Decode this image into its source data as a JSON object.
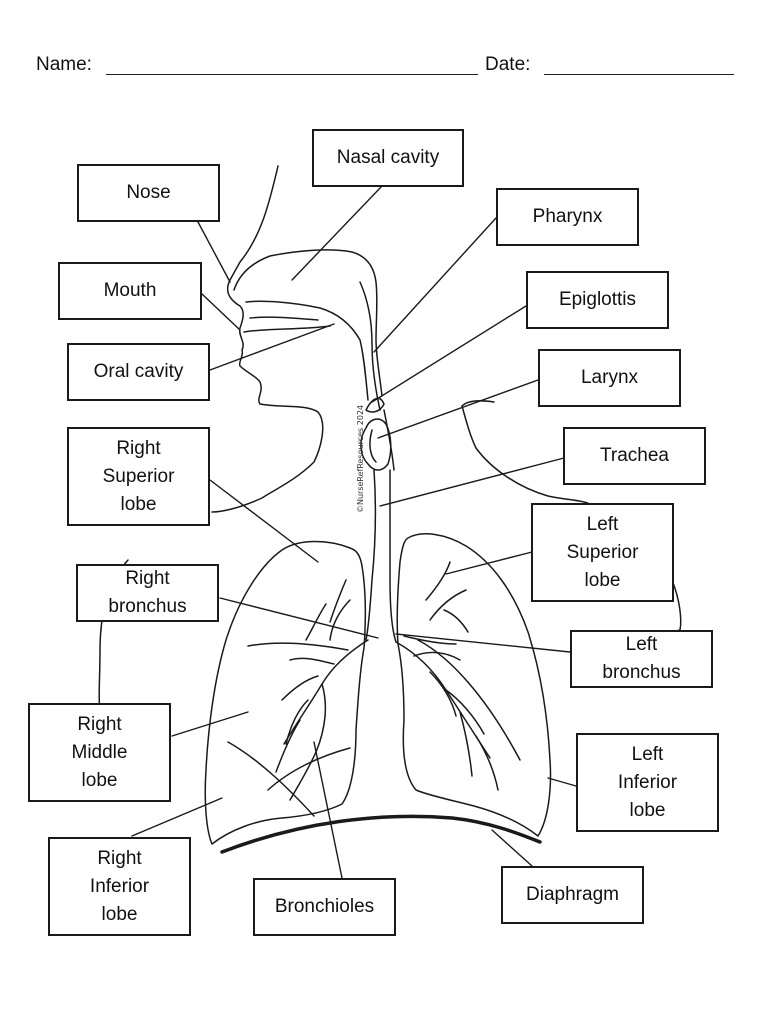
{
  "header": {
    "name_label": "Name:",
    "date_label": "Date:"
  },
  "labels": {
    "nasal_cavity": "Nasal cavity",
    "nose": "Nose",
    "pharynx": "Pharynx",
    "mouth": "Mouth",
    "epiglottis": "Epiglottis",
    "oral_cavity": "Oral cavity",
    "larynx": "Larynx",
    "right_superior_lobe": "Right\nSuperior\nlobe",
    "trachea": "Trachea",
    "left_superior_lobe": "Left\nSuperior\nlobe",
    "right_bronchus": "Right\nbronchus",
    "left_bronchus": "Left\nbronchus",
    "right_middle_lobe": "Right\nMiddle\nlobe",
    "left_inferior_lobe": "Left\nInferior\nlobe",
    "right_inferior_lobe": "Right\nInferior\nlobe",
    "bronchioles": "Bronchioles",
    "diaphragm": "Diaphragm"
  },
  "credit": "©NurseRefResources 2024"
}
